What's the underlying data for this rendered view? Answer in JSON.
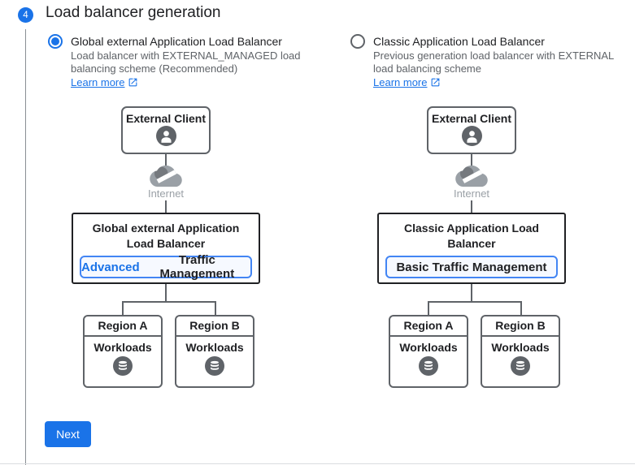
{
  "colors": {
    "accent_blue": "#1a73e8",
    "badge_border_blue": "#4285f4",
    "badge_background": "#f6f9ff",
    "diagram_box_gray": "#5f6368",
    "lb_box_border": "#202124",
    "text_dark": "#202124",
    "text_secondary": "#5f6368",
    "internet_label_gray": "#9aa0a6"
  },
  "step": {
    "number": "4",
    "title": "Load balancer generation"
  },
  "options": [
    {
      "label": "Global external Application Load Balancer",
      "description": "Load balancer with EXTERNAL_MANAGED load balancing scheme (Recommended)",
      "learn_more": "Learn more",
      "selected": true
    },
    {
      "label": "Classic Application Load Balancer",
      "description": "Previous generation load balancer with EXTERNAL load balancing scheme",
      "learn_more": "Learn more",
      "selected": false
    }
  ],
  "diagrams": [
    {
      "client_label": "External Client",
      "internet_label": "Internet",
      "lb_title": "Global external Application Load Balancer",
      "badge": {
        "highlight": "Advanced",
        "rest": "Traffic Management"
      },
      "regions": [
        {
          "name": "Region A",
          "content": "Workloads"
        },
        {
          "name": "Region B",
          "content": "Workloads"
        }
      ]
    },
    {
      "client_label": "External Client",
      "internet_label": "Internet",
      "lb_title": "Classic Application Load Balancer",
      "badge": {
        "highlight": "",
        "rest": "Basic Traffic Management"
      },
      "regions": [
        {
          "name": "Region A",
          "content": "Workloads"
        },
        {
          "name": "Region B",
          "content": "Workloads"
        }
      ]
    }
  ],
  "footer": {
    "next_button": "Next"
  }
}
